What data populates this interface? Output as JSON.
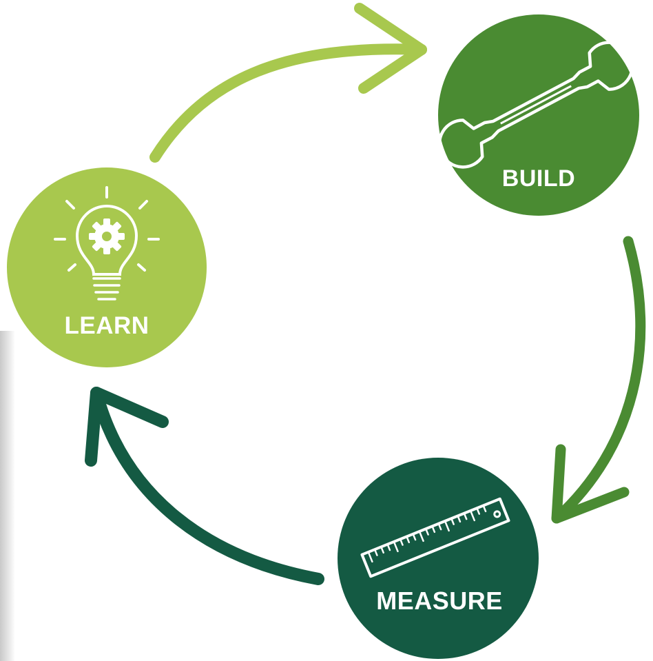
{
  "cycle": {
    "nodes": [
      {
        "id": "build",
        "label": "BUILD",
        "icon": "wrench-icon",
        "color": "#4a8b32"
      },
      {
        "id": "measure",
        "label": "MEASURE",
        "icon": "ruler-icon",
        "color": "#145a43"
      },
      {
        "id": "learn",
        "label": "LEARN",
        "icon": "lightbulb-gear-icon",
        "color": "#a8c84e"
      }
    ],
    "arrows": [
      {
        "from": "learn",
        "to": "build",
        "color": "#a8c84e"
      },
      {
        "from": "build",
        "to": "measure",
        "color": "#4a8b32"
      },
      {
        "from": "measure",
        "to": "learn",
        "color": "#145a43"
      }
    ]
  }
}
